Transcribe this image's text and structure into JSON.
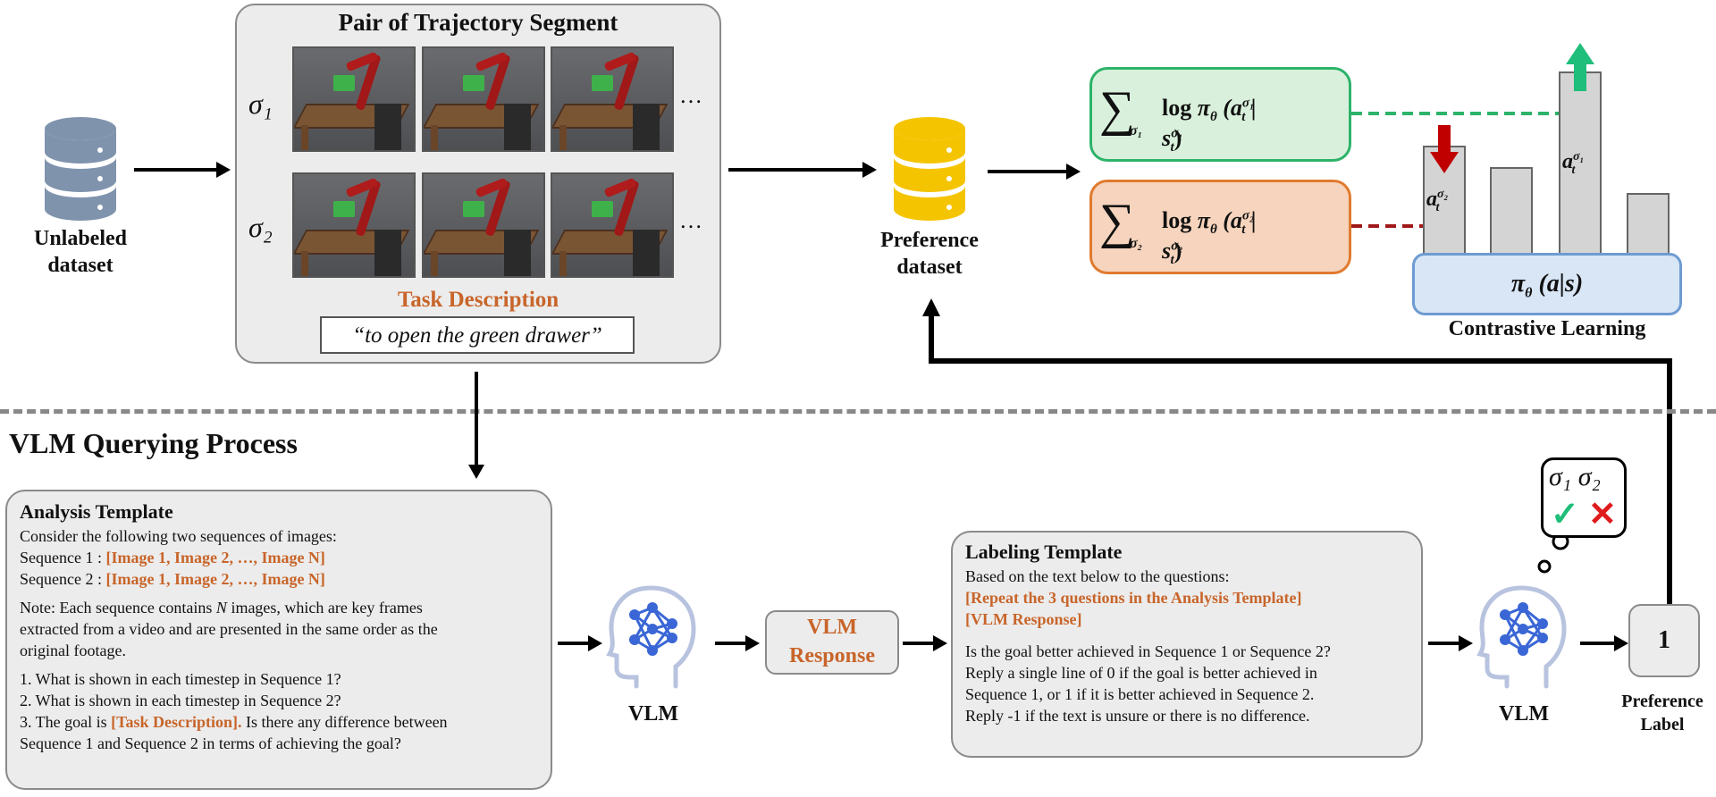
{
  "unlabeled": {
    "line1": "Unlabeled",
    "line2": "dataset"
  },
  "pair": {
    "title": "Pair of Trajectory Segment",
    "sigma1": "σ₁",
    "sigma2": "σ₂",
    "ellipsis": "…",
    "task_label": "Task Description",
    "task_text": "“to open the green drawer”"
  },
  "preference_dataset": {
    "line1": "Preference",
    "line2": "dataset"
  },
  "formula1": {
    "sum": "∑",
    "sub": "σ₁",
    "log": "log",
    "pi": "π",
    "theta": "θ",
    "rest": "(a",
    "sup": "σ₁",
    "bar": "| s",
    "sup2": "σ₁",
    "close": ")",
    "t": "t"
  },
  "formula2": {
    "sum": "∑",
    "sub": "σ₂",
    "log": "log",
    "pi": "π",
    "theta": "θ",
    "rest": "(a",
    "sup": "σ₂",
    "bar": "| s",
    "sup2": "σ₂",
    "close": ")",
    "t": "t"
  },
  "policy": {
    "bar_label_2": "a",
    "bar_sup_2": "σ₂",
    "bar_label_1": "a",
    "bar_sup_1": "σ₁",
    "t": "t",
    "pi_label": "π",
    "theta": "θ",
    "args": "(a|s)",
    "caption": "Contrastive Learning"
  },
  "section_title": "VLM Querying Process",
  "analysis": {
    "title": "Analysis Template",
    "l1": "Consider the following two sequences of images:",
    "l2a": "Sequence 1 : ",
    "l2b": "[Image 1, Image 2, …, Image N]",
    "l3a": "Sequence 2 : ",
    "l3b": "[Image 1, Image 2, …, Image N]",
    "n1a": "Note: Each sequence contains ",
    "n1b": "N",
    "n1c": " images, which are key frames",
    "n2": "extracted from a video and are presented in the same order as the",
    "n3": "original footage.",
    "q1": "1. What is shown in each timestep in Sequence 1?",
    "q2": "2. What is shown in each timestep in Sequence 2?",
    "q3a": "3. The goal is ",
    "q3b": "[Task Description].",
    "q3c": " Is there any difference between",
    "q4": "Sequence 1 and Sequence 2 in terms of achieving the goal?"
  },
  "vlm1": "VLM",
  "response": {
    "line1": "VLM",
    "line2": "Response"
  },
  "labeling": {
    "title": "Labeling Template",
    "l1": "Based on the text below to the questions:",
    "l2": "[Repeat the 3 questions in the Analysis Template]",
    "l3": "[VLM Response]",
    "l4": "Is the goal better achieved in Sequence 1 or Sequence 2?",
    "l5": "Reply a single line of 0 if the goal is better achieved in",
    "l6": "Sequence 1, or 1 if it is better achieved in Sequence 2.",
    "l7": "Reply -1 if the text is unsure or there is no difference."
  },
  "vlm2": "VLM",
  "bubble": {
    "s1": "σ₁",
    "s2": "σ₂",
    "check": "✓",
    "cross": "✕"
  },
  "output": {
    "value": "1",
    "line1": "Preference",
    "line2": "Label"
  },
  "colors": {
    "db_blue": "#7f93ad",
    "db_gold": "#f5c400",
    "green_box": "#d9f1dc",
    "green_border": "#2db36a",
    "orange_box": "#f6d4bd",
    "orange_border": "#e07a2e",
    "policy_box": "#d8e6f6",
    "policy_border": "#6e9bd1",
    "accent_orange": "#c8652a",
    "head_blue": "#3a66d6"
  }
}
